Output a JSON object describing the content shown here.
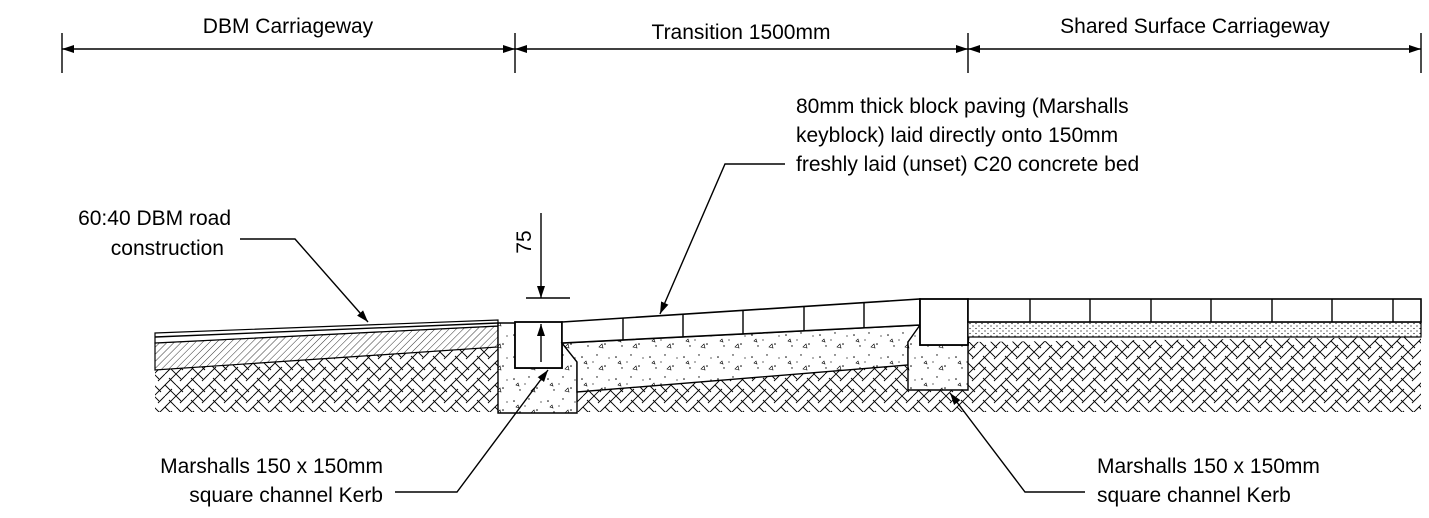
{
  "dimensions": {
    "dbm_carriageway": "DBM Carriageway",
    "transition": "Transition 1500mm",
    "shared_surface": "Shared Surface Carriageway",
    "kerb_upstand": "75"
  },
  "callouts": {
    "block_paving": [
      "80mm thick block paving (Marshalls",
      "keyblock) laid directly onto 150mm",
      "freshly laid (unset) C20 concrete bed"
    ],
    "dbm_road": [
      "60:40 DBM road",
      "construction"
    ],
    "kerb_left": [
      "Marshalls 150 x 150mm",
      "square channel Kerb"
    ],
    "kerb_right": [
      "Marshalls 150 x 150mm",
      "square channel Kerb"
    ]
  },
  "colors": {
    "ink": "#000000",
    "paper": "#ffffff"
  }
}
